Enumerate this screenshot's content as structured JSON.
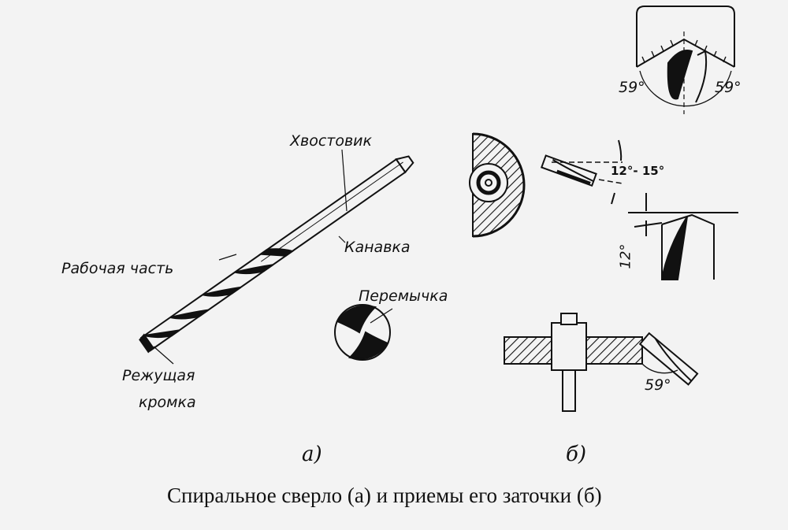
{
  "labels": {
    "shank": "Хвостовик",
    "flute": "Канавка",
    "working_part": "Рабочая часть",
    "web": "Перемычка",
    "cutting_edge_line1": "Режущая",
    "cutting_edge_line2": "кромка"
  },
  "angles": {
    "left_point": "59°",
    "right_point": "59°",
    "clearance_range": "12°- 15°",
    "clearance": "12°",
    "bottom_point": "59°"
  },
  "sublabels": {
    "a": "а)",
    "b": "б)"
  },
  "caption": "Спиральное сверло (а) и приемы его заточки (б)"
}
